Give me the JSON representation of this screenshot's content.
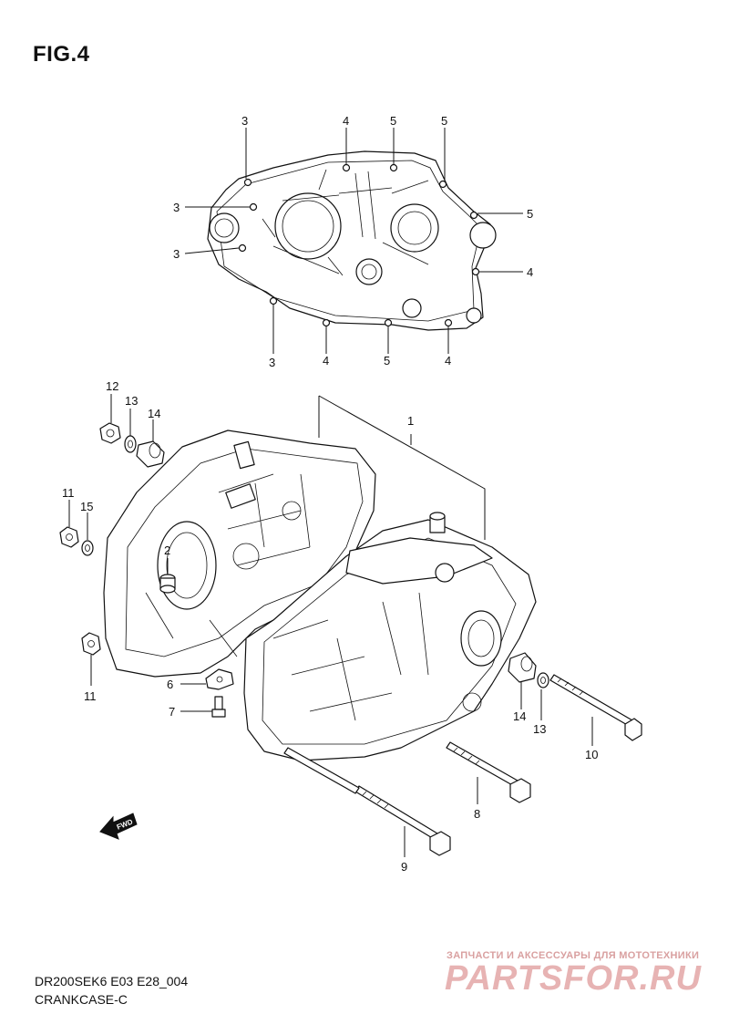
{
  "figure": {
    "title": "FIG.4"
  },
  "diagram_code": {
    "line1": "DR200SEK6 E03 E28_004",
    "line2": "CRANKCASE-C"
  },
  "watermark": {
    "subtitle": "ЗАПЧАСТИ И АКСЕССУАРЫ ДЛЯ МОТОТЕХНИКИ",
    "logo": "PARTSFOR.RU"
  },
  "fwd_arrow": {
    "label": "FWD"
  },
  "callouts": {
    "top_3a": "3",
    "top_4a": "4",
    "top_5a": "5",
    "top_5b": "5",
    "left_3a": "3",
    "left_3b": "3",
    "right_5": "5",
    "right_4": "4",
    "bottom_3": "3",
    "bottom_4a": "4",
    "bottom_5": "5",
    "bottom_4b": "4",
    "c1": "1",
    "c2": "2",
    "c6": "6",
    "c7": "7",
    "c8": "8",
    "c9": "9",
    "c10": "10",
    "c11a": "11",
    "c11b": "11",
    "c12": "12",
    "c13a": "13",
    "c13b": "13",
    "c14a": "14",
    "c14b": "14",
    "c15": "15"
  }
}
